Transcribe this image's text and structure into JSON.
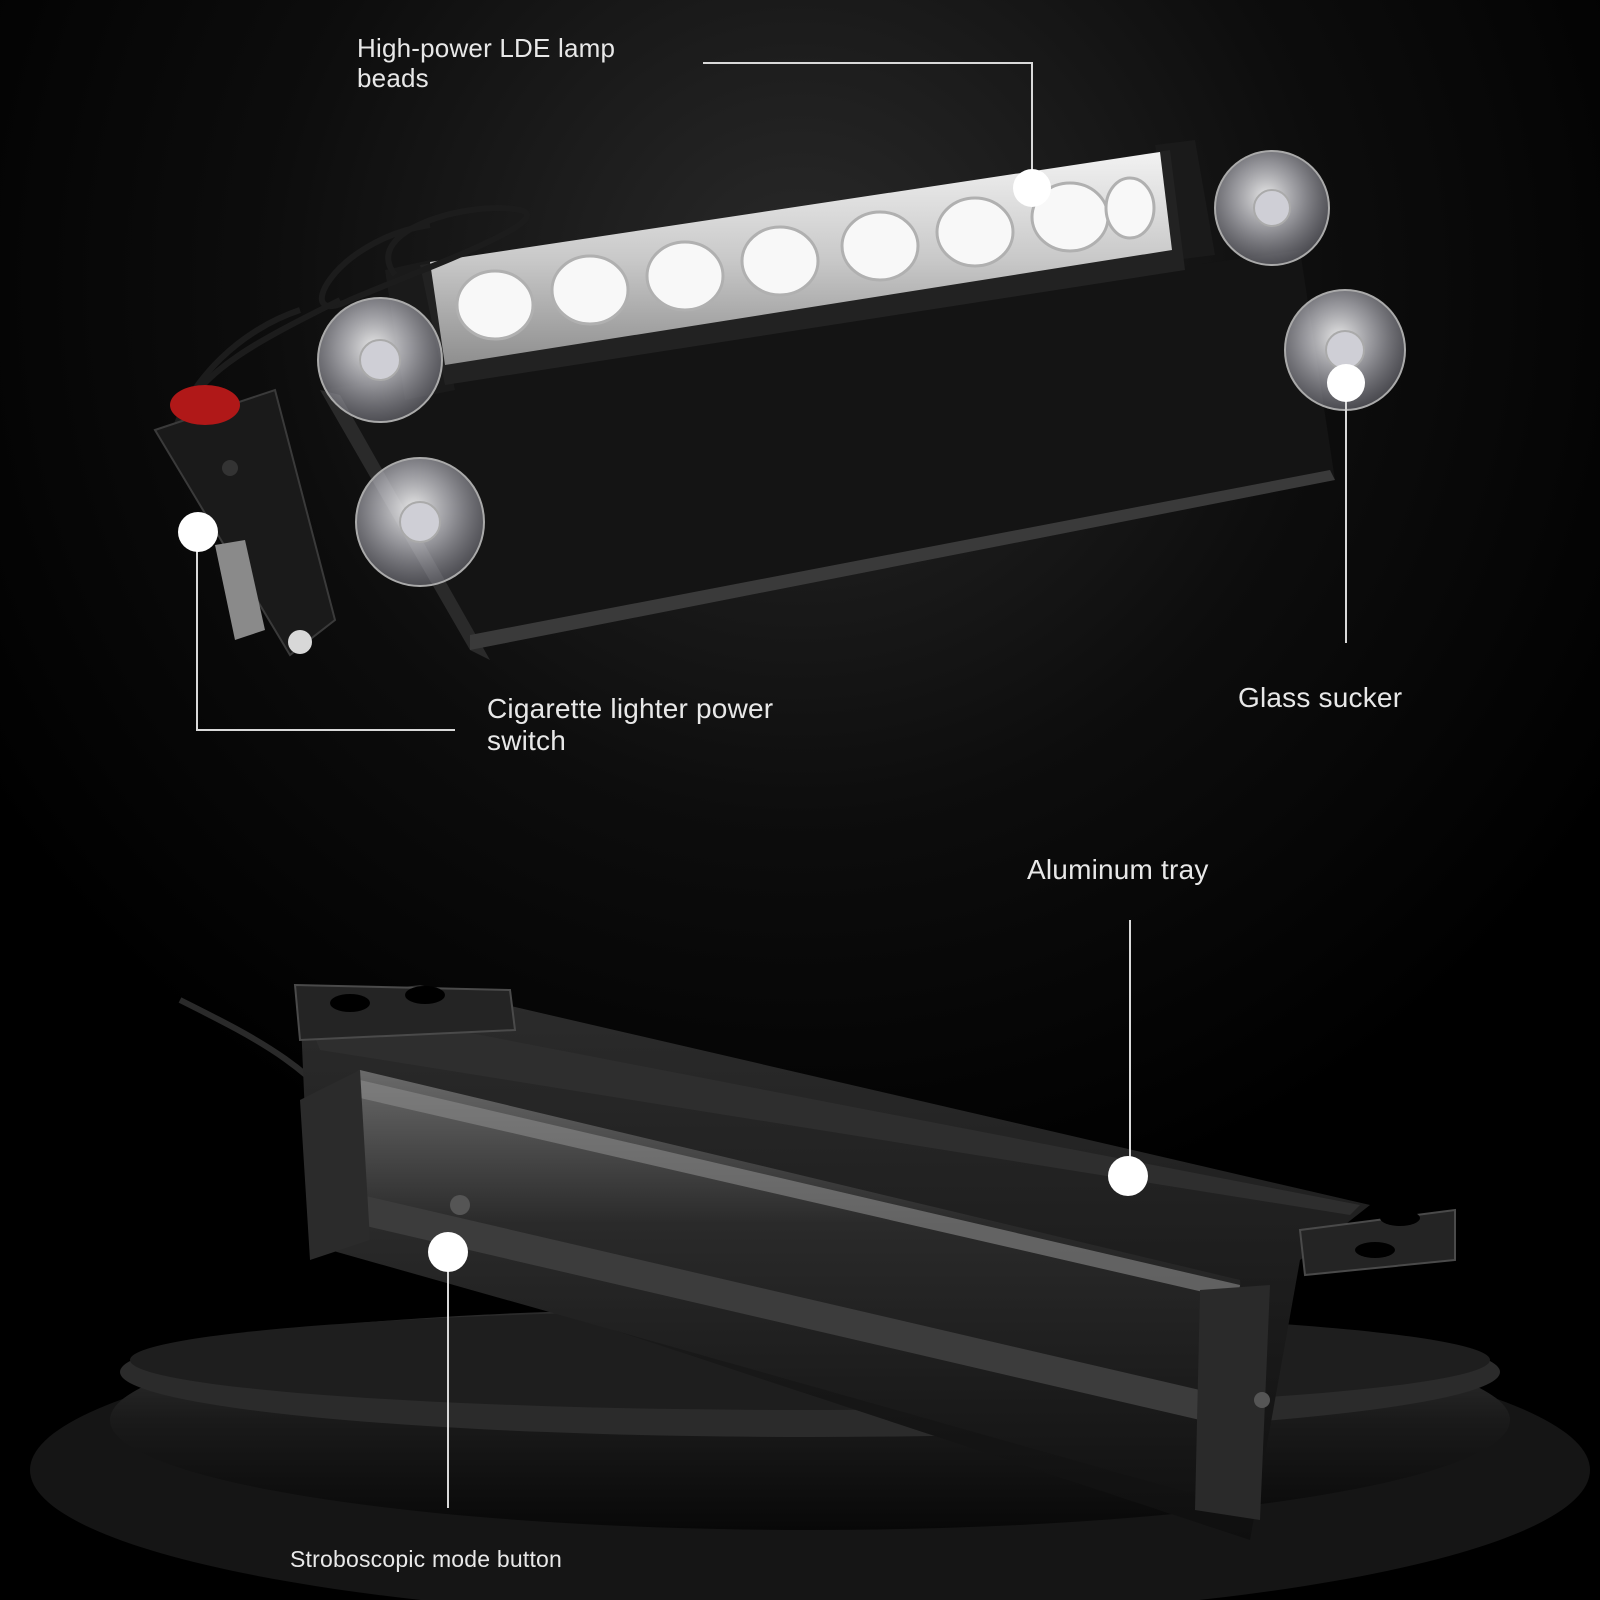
{
  "annotations": {
    "lamp_beads": "High-power LDE lamp\nbeads",
    "lighter_switch": "Cigarette lighter power\nswitch",
    "glass_sucker": "Glass sucker",
    "aluminum_tray": "Aluminum tray",
    "strobe_button": "Stroboscopic mode button"
  },
  "colors": {
    "background": "#000000",
    "label_text": "#e8e8e8",
    "callout_line": "#d9d9d9",
    "callout_dot": "#ffffff"
  }
}
